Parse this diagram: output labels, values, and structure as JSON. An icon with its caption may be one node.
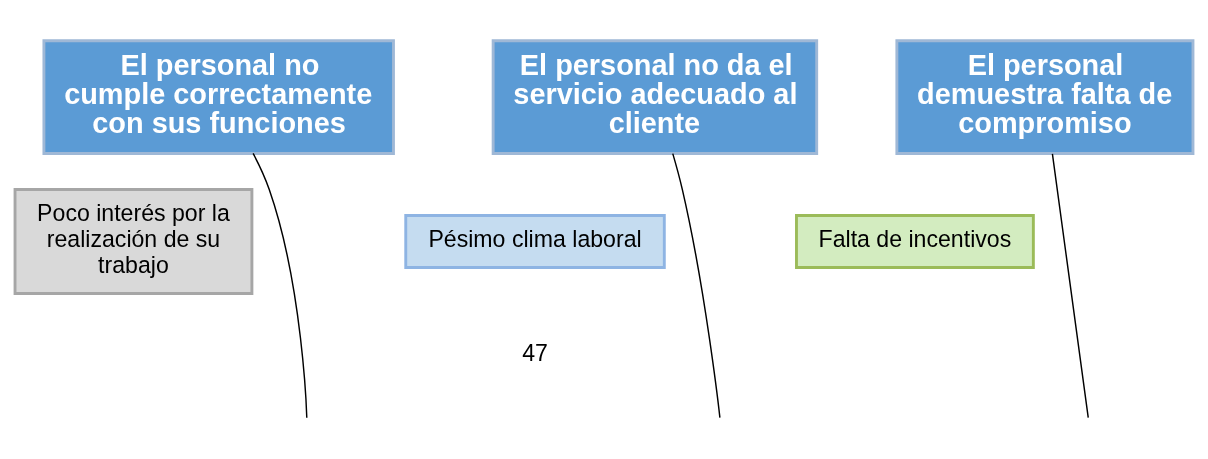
{
  "diagram": {
    "nodes": [
      {
        "text": [
          "El personal no cumple correctamente con sus funciones"
        ]
      },
      {
        "text": [
          "El personal no da el servicio adecuado al cliente"
        ]
      },
      {
        "text": [
          "El personal demuestra falta de compromiso"
        ]
      },
      {
        "text": [
          "Poco interés por la realización de su trabajo"
        ]
      },
      {
        "text": [
          "Pésimo clima laboral"
        ]
      },
      {
        "text": [
          "Falta de incentivos"
        ]
      }
    ],
    "edges": [
      {
        "from": 0,
        "to": null,
        "arrow": "none"
      },
      {
        "from": 1,
        "to": null,
        "arrow": "none"
      },
      {
        "from": 2,
        "to": null,
        "arrow": "none"
      }
    ],
    "labels": [
      "47"
    ]
  }
}
